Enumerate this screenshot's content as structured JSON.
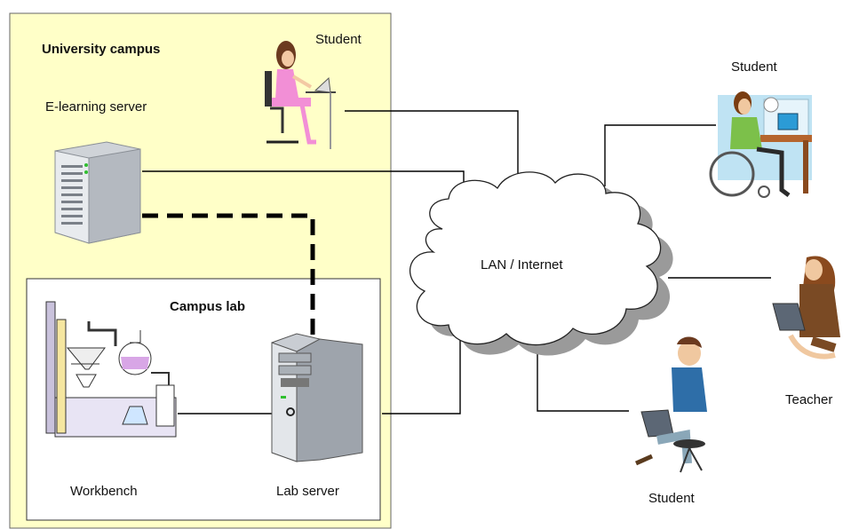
{
  "campus": {
    "title": "University campus",
    "fill": "#ffffc8"
  },
  "lab": {
    "title": "Campus lab"
  },
  "labels": {
    "elearning_server": "E-learning server",
    "student_campus": "Student",
    "student_wheelchair": "Student",
    "student_laptop": "Student",
    "teacher": "Teacher",
    "network": "LAN / Internet",
    "workbench": "Workbench",
    "lab_server": "Lab server"
  },
  "icons": [
    "server-icon",
    "woman-laptop-icon",
    "wheelchair-user-icon",
    "cloud-icon",
    "woman-laptop-teacher-icon",
    "man-laptop-icon",
    "workbench-icon",
    "tower-server-icon"
  ]
}
